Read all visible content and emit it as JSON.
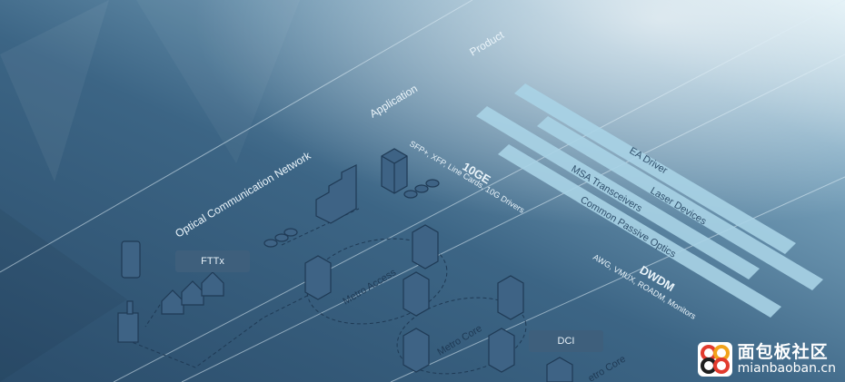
{
  "diagram": {
    "axes": {
      "network": "Optical Communication Network",
      "application": "Application",
      "product": "Product"
    },
    "tenge": {
      "title": "10GE",
      "subtitle": "SFP+, XFP, Line Cards, 10G Drivers"
    },
    "dwdm": {
      "title": "DWDM",
      "subtitle": "AWG, VMUX, ROADM, Monitors"
    },
    "product_bars": [
      "EA Driver",
      "Laser Devices",
      "MSA Transceivers",
      "Common Passive Optics"
    ],
    "rings": {
      "metro_access": "Metro Access",
      "metro_core": "Metro Core",
      "metro_core_2": "etro Core"
    },
    "tags": {
      "fttx": "FTTx",
      "dci": "DCI"
    },
    "colors": {
      "bg_dark": "#2c4f6e",
      "bg_light": "#cfe6f0",
      "bar": "#a9d3e6",
      "line": "#1f3a55",
      "tag": "#3e5f7c"
    }
  },
  "watermark": {
    "cn": "面包板社区",
    "en": "mianbaoban.cn"
  }
}
